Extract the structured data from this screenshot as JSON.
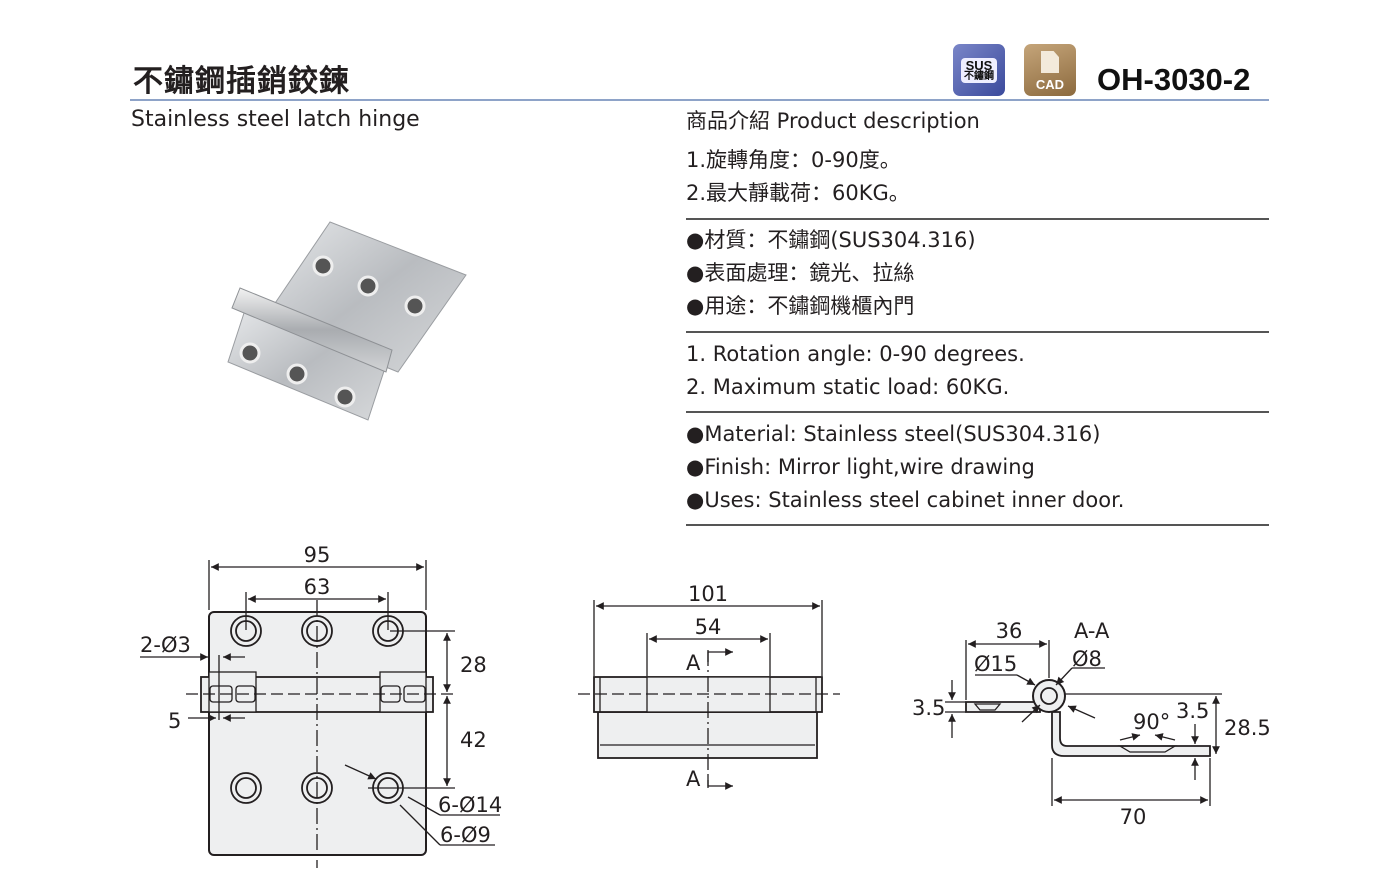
{
  "header": {
    "title_zh": "不鏽鋼插銷鉸鍊",
    "title_en": "Stainless steel latch hinge",
    "model": "OH-3030-2",
    "badges": {
      "sus_top": "SUS",
      "sus_bottom": "不鏽鋼",
      "cad": "CAD"
    },
    "rule_color": "#8ea3c8"
  },
  "description": {
    "heading": "商品介紹 Product description",
    "zh_specs": [
      "1.旋轉角度：0-90度。",
      "2.最大靜載荷：60KG。"
    ],
    "zh_features": [
      "●材質：不鏽鋼(SUS304.316)",
      "●表面處理：鏡光、拉絲",
      "●用途：不鏽鋼機櫃內門"
    ],
    "en_specs": [
      "1. Rotation angle: 0-90 degrees.",
      "2. Maximum static load: 60KG."
    ],
    "en_features": [
      "●Material: Stainless steel(SUS304.316)",
      "●Finish: Mirror light,wire drawing",
      "●Uses: Stainless steel cabinet inner door."
    ]
  },
  "drawings": {
    "front": {
      "width": "95",
      "hole_spacing": "63",
      "pin_hole": "2-Ø3",
      "pin_offset": "5",
      "top_dist": "28",
      "bottom_dist": "42",
      "outer_dia": "6-Ø14",
      "inner_dia": "6-Ø9"
    },
    "side": {
      "length": "101",
      "center_length": "54",
      "section_mark": "A"
    },
    "section": {
      "label": "A-A",
      "offset": "36",
      "barrel_dia": "Ø15",
      "pin_dia": "Ø8",
      "thickness_left": "3.5",
      "thickness_right": "3.5",
      "countersink": "90°",
      "height": "28.5",
      "leaf_length": "70"
    }
  }
}
